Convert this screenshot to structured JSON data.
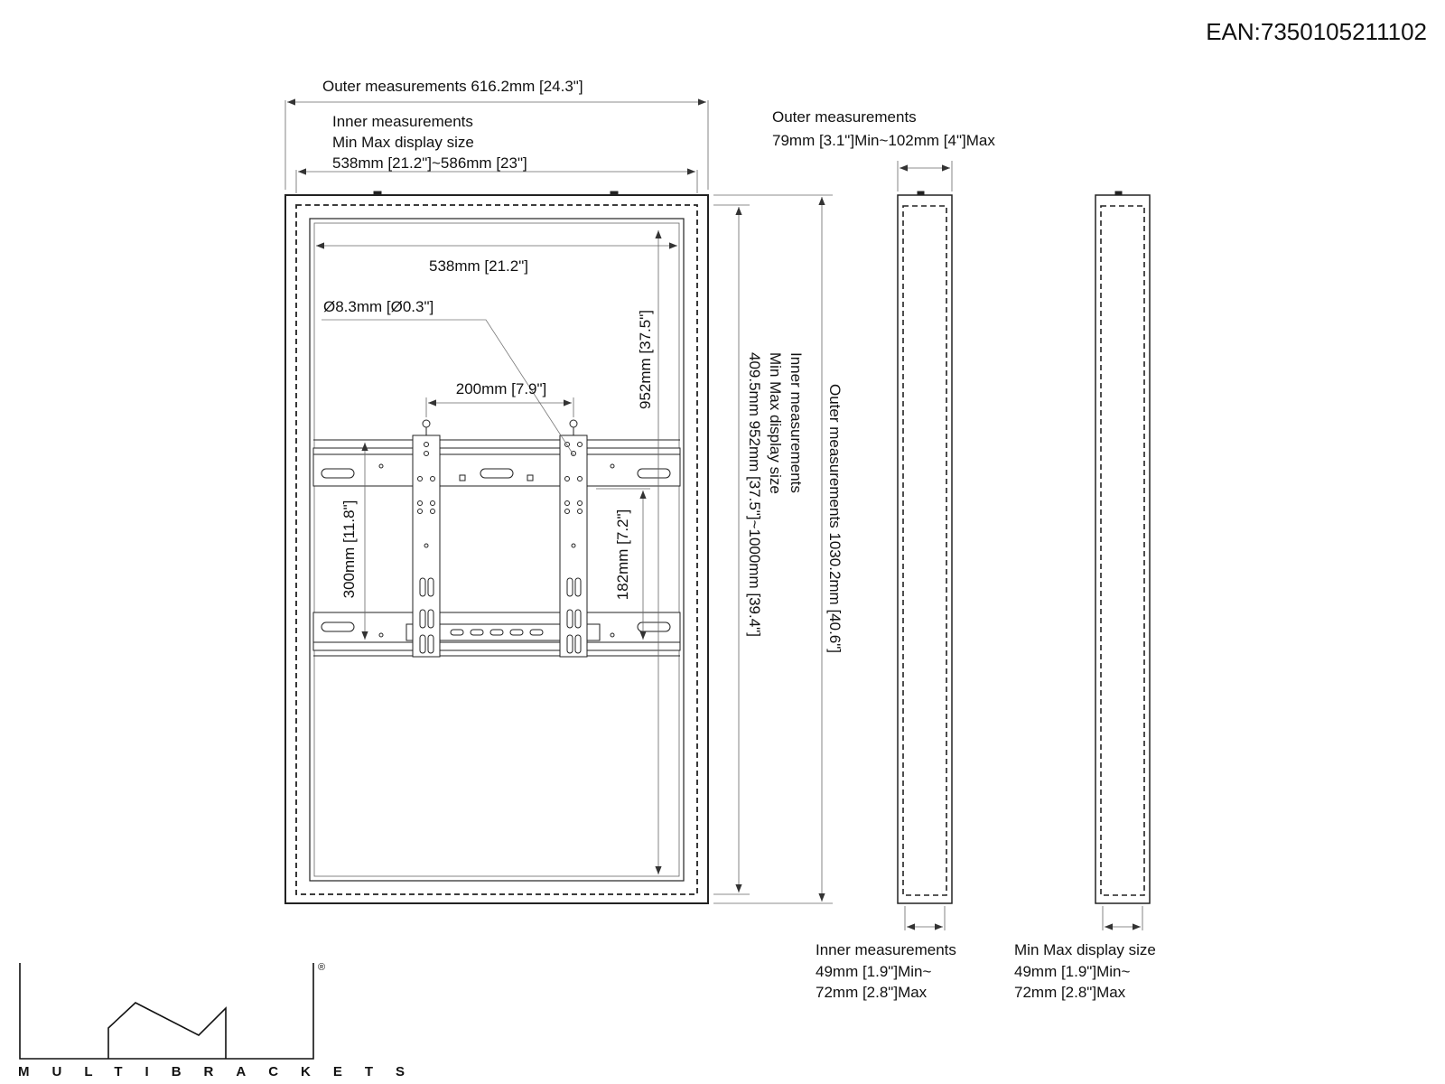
{
  "ean": "EAN:7350105211102",
  "front": {
    "outer_width_label": "Outer measurements 616.2mm [24.3\"]",
    "inner_width_lines": [
      "Inner measurements",
      "Min Max display size",
      "538mm [21.2\"]~586mm [23\"]"
    ],
    "panel_width_label": "538mm [21.2\"]",
    "hole_label": "Ø8.3mm [Ø0.3\"]",
    "vesa_width_label": "200mm [7.9\"]",
    "inner_height_label": "952mm [37.5\"]",
    "rail_spacing_label": "300mm [11.8\"]",
    "bracket_offset_label": "182mm [7.2\"]",
    "inner_height_lines": [
      "Inner measurements",
      "Min Max display size",
      "409.5mm 952mm [37.5\"]~1000mm [39.4\"]"
    ],
    "outer_height_label": "Outer measurements 1030.2mm [40.6\"]"
  },
  "side": {
    "outer_depth_lines": [
      "Outer measurements",
      "79mm [3.1\"]Min~102mm [4\"]Max"
    ],
    "inner_depth_lines": [
      "Inner measurements",
      "49mm [1.9\"]Min~",
      "72mm [2.8\"]Max"
    ],
    "display_depth_lines": [
      "Min Max display size",
      "49mm [1.9\"]Min~",
      "72mm [2.8\"]Max"
    ]
  },
  "logo": {
    "wordmark": "MULTIBRACKETS",
    "registered": "®"
  }
}
